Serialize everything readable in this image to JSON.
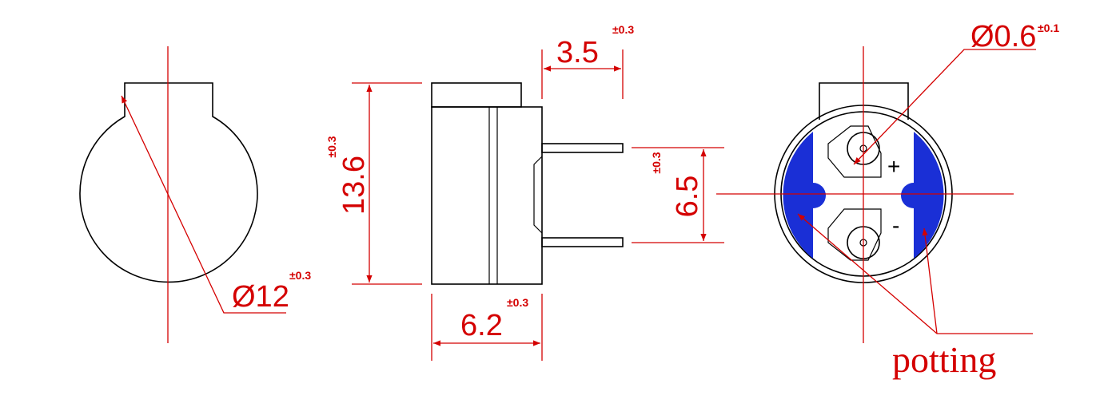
{
  "dimensions": {
    "diameter": {
      "value": "Ø12",
      "tolerance": "±0.3"
    },
    "height": {
      "value": "13.6",
      "tolerance": "±0.3"
    },
    "pin_length": {
      "value": "3.5",
      "tolerance": "±0.3"
    },
    "pin_spacing": {
      "value": "6.5",
      "tolerance": "±0.3"
    },
    "depth": {
      "value": "6.2",
      "tolerance": "±0.3"
    },
    "pin_diameter": {
      "value": "Ø0.6",
      "tolerance": "±0.1"
    }
  },
  "labels": {
    "potting": "potting",
    "plus": "+",
    "minus": "-"
  },
  "colors": {
    "dimension": "#d40000",
    "outline": "#000000",
    "potting": "#1a2fd6"
  }
}
